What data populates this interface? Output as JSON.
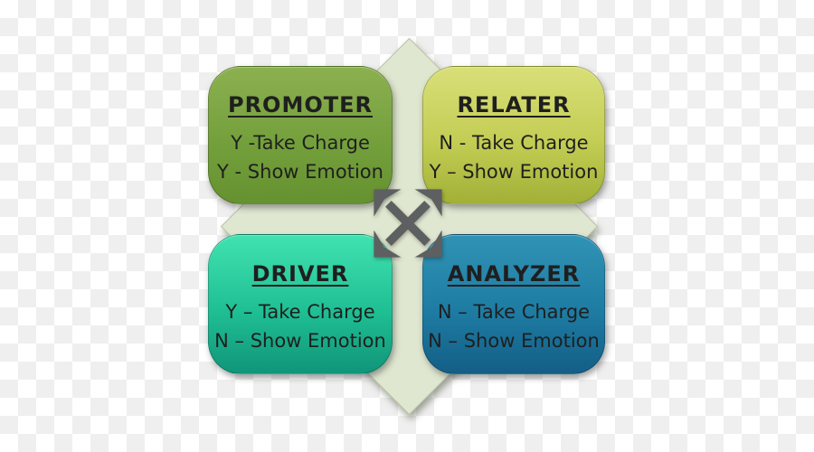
{
  "background": {
    "checker_light": "#ffffff",
    "checker_gray": "#efefef"
  },
  "diamond": {
    "fill": "#dfe7d0"
  },
  "center_icon": {
    "name": "four-way-diagonal-arrows",
    "color": "#5d5f60"
  },
  "quadrants": [
    {
      "id": "promoter",
      "title": "PROMOTER",
      "lines": [
        "Y -Take Charge",
        "Y - Show Emotion"
      ],
      "gradient_top": "#8cb050",
      "gradient_mid": "#74a03c",
      "gradient_bottom": "#659130"
    },
    {
      "id": "relater",
      "title": "RELATER",
      "lines": [
        "N - Take Charge",
        "Y – Show Emotion"
      ],
      "gradient_top": "#d9df78",
      "gradient_mid": "#c3cd54",
      "gradient_bottom": "#a2b037"
    },
    {
      "id": "driver",
      "title": "DRIVER",
      "lines": [
        "Y – Take Charge",
        "N – Show Emotion"
      ],
      "gradient_top": "#41e2b0",
      "gradient_mid": "#1fbf94",
      "gradient_bottom": "#109579"
    },
    {
      "id": "analyzer",
      "title": "ANALYZER",
      "lines": [
        "N – Take Charge",
        "N – Show Emotion"
      ],
      "gradient_top": "#3093b5",
      "gradient_mid": "#1e7ca3",
      "gradient_bottom": "#135e86"
    }
  ]
}
